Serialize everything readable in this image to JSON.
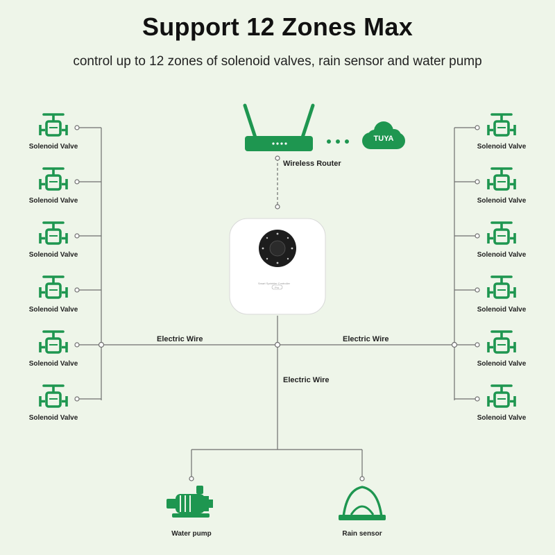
{
  "header": {
    "title": "Support 12 Zones Max",
    "subtitle": "control up to 12 zones of solenoid valves, rain sensor and water pump"
  },
  "left_valves": [
    {
      "label": "Solenoid Valve"
    },
    {
      "label": "Solenoid Valve"
    },
    {
      "label": "Solenoid Valve"
    },
    {
      "label": "Solenoid Valve"
    },
    {
      "label": "Solenoid Valve"
    },
    {
      "label": "Solenoid Valve"
    }
  ],
  "right_valves": [
    {
      "label": "Solenoid Valve"
    },
    {
      "label": "Solenoid Valve"
    },
    {
      "label": "Solenoid Valve"
    },
    {
      "label": "Solenoid Valve"
    },
    {
      "label": "Solenoid Valve"
    },
    {
      "label": "Solenoid Valve"
    }
  ],
  "router": {
    "label": "Wireless Router"
  },
  "cloud": {
    "label": "TUYA"
  },
  "controller": {
    "line1": "Smart Sprinkler Controller",
    "badge": "Pro"
  },
  "wires": {
    "left": "Electric Wire",
    "right": "Electric Wire",
    "center": "Electric Wire"
  },
  "pump": {
    "label": "Water pump"
  },
  "rain_sensor": {
    "label": "Rain sensor"
  },
  "colors": {
    "accent": "#1e9650",
    "line": "#666666",
    "background": "#eef5e9"
  },
  "icons": [
    "solenoid-valve-icon",
    "router-icon",
    "cloud-icon",
    "water-pump-icon",
    "rain-sensor-icon"
  ]
}
